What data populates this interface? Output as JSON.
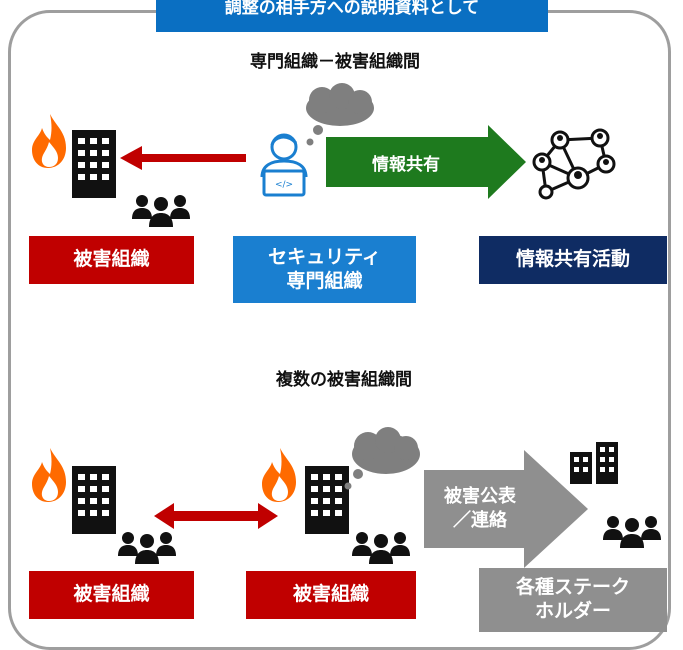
{
  "title": "調整の相手方への説明資料として",
  "section1": {
    "heading": "専門組織－被害組織間",
    "victim_label": "被害組織",
    "expert_label": "セキュリティ\n専門組織",
    "arrow_label": "情報共有",
    "sharing_label": "情報共有活動"
  },
  "section2": {
    "heading": "複数の被害組織間",
    "victim_a_label": "被害組織",
    "victim_b_label": "被害組織",
    "arrow_label": "被害公表\n／連絡",
    "stakeholder_label": "各種ステーク\nホルダー"
  },
  "colors": {
    "red": "#c00000",
    "blue": "#1a7fd0",
    "navy": "#0f2c63",
    "green": "#1e7a1e",
    "gray": "#8f8f8f",
    "fire": "#ff6a00"
  }
}
